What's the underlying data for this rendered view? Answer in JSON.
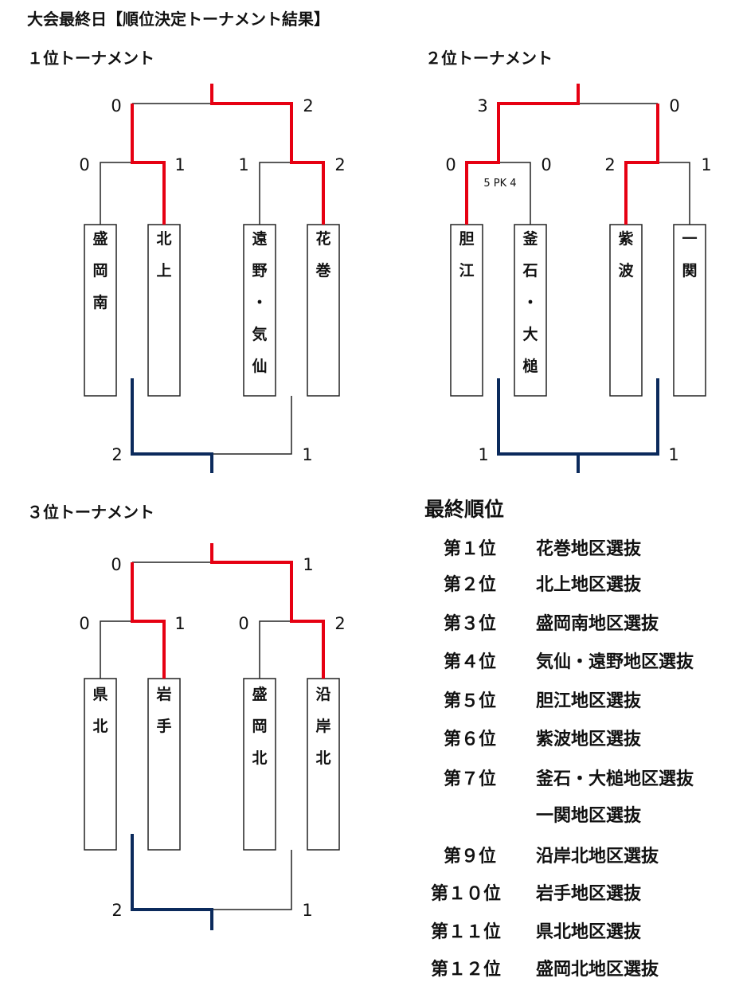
{
  "page_title": "大会最終日【順位決定トーナメント結果】",
  "colors": {
    "winner_line": "#e60012",
    "third_place_line": "#0b2a5c",
    "line": "#222222"
  },
  "tournaments": [
    {
      "title": "１位トーナメント",
      "teams": [
        "盛岡南",
        "北上",
        "遠野・気仙",
        "花巻"
      ],
      "round1_scores": [
        "0",
        "1",
        "1",
        "2"
      ],
      "final_scores": [
        "0",
        "2"
      ],
      "third_place_scores": [
        "2",
        "1"
      ],
      "pk_label": ""
    },
    {
      "title": "２位トーナメント",
      "teams": [
        "胆江",
        "釜石・大槌",
        "紫波",
        "一関"
      ],
      "round1_scores": [
        "0",
        "0",
        "2",
        "1"
      ],
      "final_scores": [
        "3",
        "0"
      ],
      "third_place_scores": [
        "1",
        "1"
      ],
      "pk_label": "5 PK 4"
    },
    {
      "title": "３位トーナメント",
      "teams": [
        "県北",
        "岩手",
        "盛岡北",
        "沿岸北"
      ],
      "round1_scores": [
        "0",
        "1",
        "0",
        "2"
      ],
      "final_scores": [
        "0",
        "1"
      ],
      "third_place_scores": [
        "2",
        "1"
      ],
      "pk_label": ""
    }
  ],
  "final_ranking": {
    "title": "最終順位",
    "rows": [
      {
        "rank": "第１位",
        "team": "花巻地区選抜"
      },
      {
        "rank": "第２位",
        "team": "北上地区選抜"
      },
      {
        "rank": "第３位",
        "team": "盛岡南地区選抜"
      },
      {
        "rank": "第４位",
        "team": "気仙・遠野地区選抜"
      },
      {
        "rank": "第５位",
        "team": "胆江地区選抜"
      },
      {
        "rank": "第６位",
        "team": "紫波地区選抜"
      },
      {
        "rank": "第７位",
        "team": "釜石・大槌地区選抜"
      },
      {
        "rank": "",
        "team": "一関地区選抜"
      },
      {
        "rank": "第９位",
        "team": "沿岸北地区選抜"
      },
      {
        "rank": "第１０位",
        "team": "岩手地区選抜"
      },
      {
        "rank": "第１１位",
        "team": "県北地区選抜"
      },
      {
        "rank": "第１２位",
        "team": "盛岡北地区選抜"
      }
    ]
  }
}
